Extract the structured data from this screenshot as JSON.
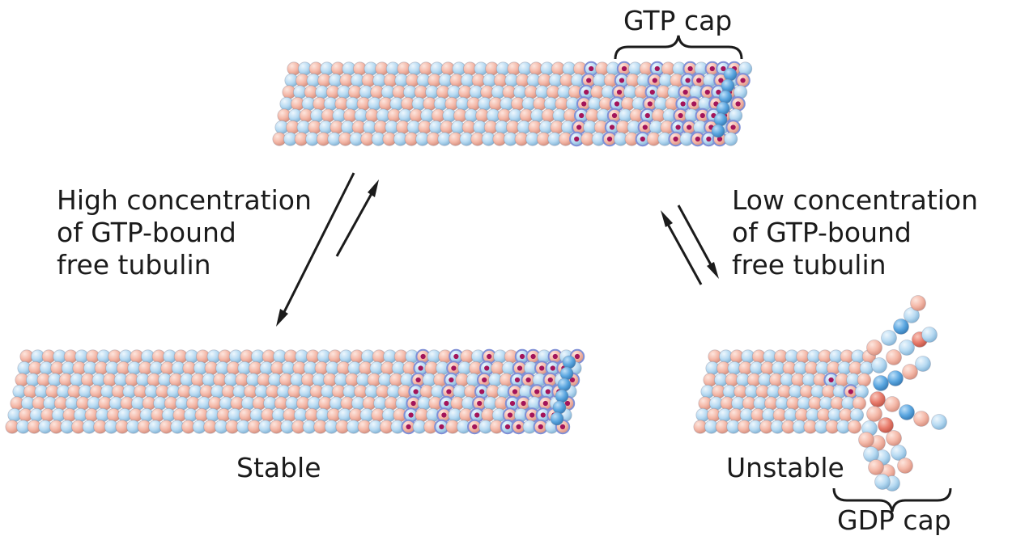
{
  "labels": {
    "gtp_cap": "GTP cap",
    "gdp_cap": "GDP cap",
    "stable": "Stable",
    "unstable": "Unstable"
  },
  "left_condition": [
    "High concentration",
    "of GTP-bound",
    "free tubulin"
  ],
  "right_condition": [
    "Low concentration",
    "of GTP-bound",
    "free tubulin"
  ],
  "colors": {
    "alpha_tubulin": "#f4b8a8",
    "beta_tubulin": "#b7daf2",
    "gtp_dot": "#a3145a",
    "gtp_ring": "#7f8fd6",
    "dark_pink": "#e87a6a",
    "dark_blue": "#5aa6e0"
  }
}
